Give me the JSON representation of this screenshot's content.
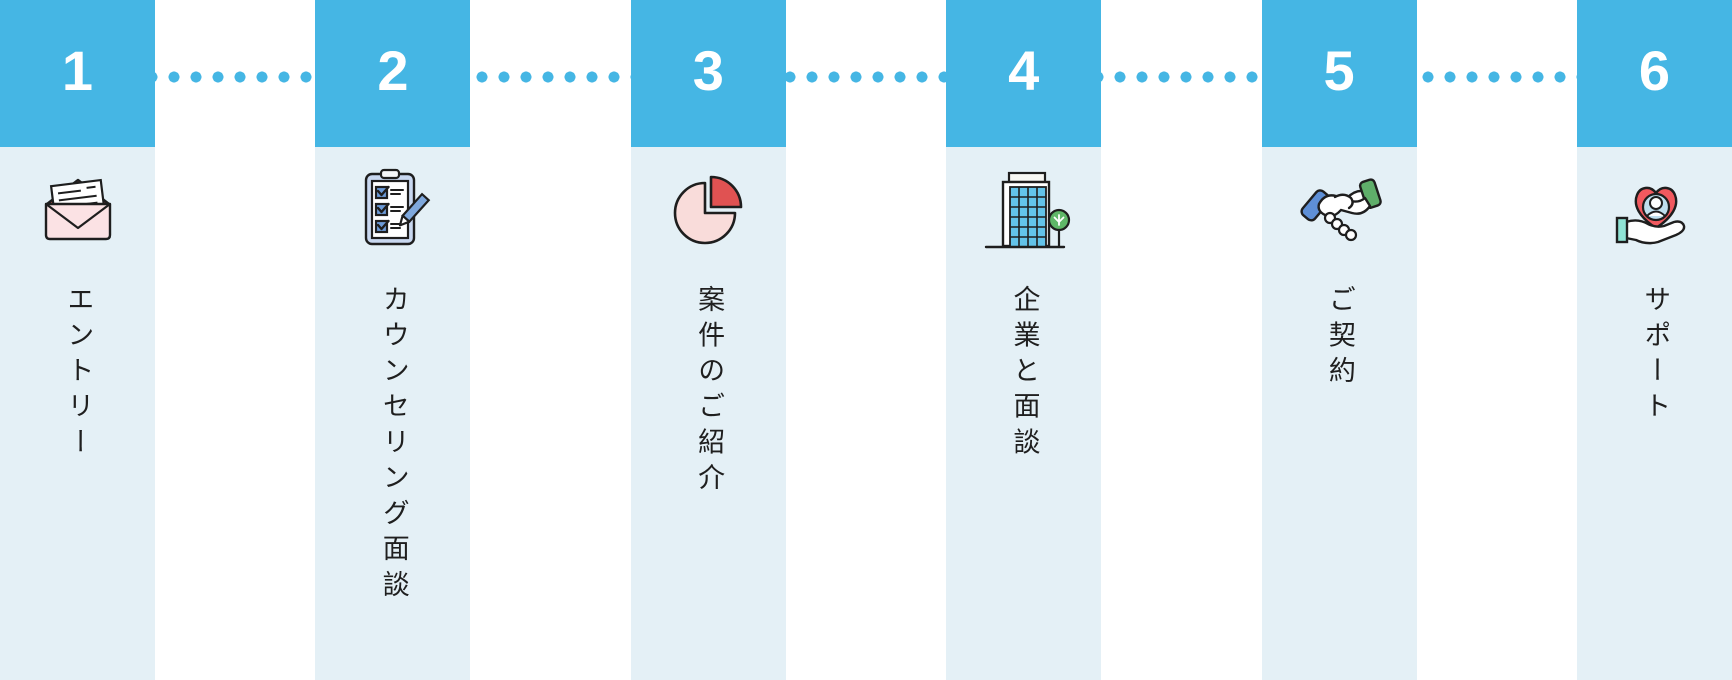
{
  "palette": {
    "header_blue": "#45B6E4",
    "body_blue": "#E4F0F6",
    "dot_blue": "#45B6E4",
    "label_color": "#1F1F1F",
    "number_color": "#FFFFFF",
    "outline_dark": "#1E1E1E"
  },
  "steps": [
    {
      "number": "1",
      "label": "エントリー",
      "icon": "envelope-icon"
    },
    {
      "number": "2",
      "label": "カウンセリング面談",
      "icon": "checklist-clipboard-icon"
    },
    {
      "number": "3",
      "label": "案件のご紹介",
      "icon": "pie-chart-icon"
    },
    {
      "number": "4",
      "label": "企業と面談",
      "icon": "office-building-icon"
    },
    {
      "number": "5",
      "label": "ご契約",
      "icon": "handshake-icon"
    },
    {
      "number": "6",
      "label": "サポート",
      "icon": "heart-in-hand-icon"
    }
  ]
}
